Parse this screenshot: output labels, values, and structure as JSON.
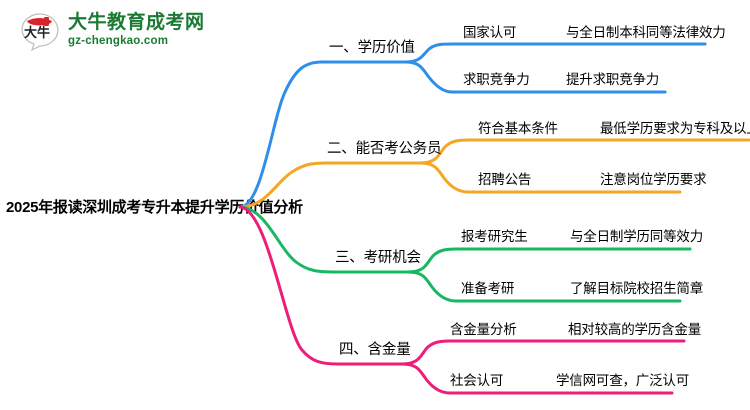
{
  "logo": {
    "mark_text": "大牛",
    "brand_cn": "大牛教育成考网",
    "brand_en": "gz-chengkao.com",
    "brand_color": "#1a7a33",
    "mark_red": "#d8232a"
  },
  "root": {
    "title": "2025年报读深圳成考专升本提升学历价值分析"
  },
  "palette": {
    "blue": "#2E8FEA",
    "orange": "#F5A623",
    "green": "#18B862",
    "pink": "#ED1E79"
  },
  "branches": [
    {
      "label": "一、学历价值",
      "color": "#2E8FEA",
      "nodes": [
        {
          "label": "国家认可",
          "detail": "与全日制本科同等法律效力"
        },
        {
          "label": "求职竞争力",
          "detail": "提升求职竞争力"
        }
      ]
    },
    {
      "label": "二、能否考公务员",
      "color": "#F5A623",
      "nodes": [
        {
          "label": "符合基本条件",
          "detail": "最低学历要求为专科及以上"
        },
        {
          "label": "招聘公告",
          "detail": "注意岗位学历要求"
        }
      ]
    },
    {
      "label": "三、考研机会",
      "color": "#18B862",
      "nodes": [
        {
          "label": "报考研究生",
          "detail": "与全日制学历同等效力"
        },
        {
          "label": "准备考研",
          "detail": "了解目标院校招生简章"
        }
      ]
    },
    {
      "label": "四、含金量",
      "color": "#ED1E79",
      "nodes": [
        {
          "label": "含金量分析",
          "detail": "相对较高的学历含金量"
        },
        {
          "label": "社会认可",
          "detail": "学信网可查，广泛认可"
        }
      ]
    }
  ]
}
